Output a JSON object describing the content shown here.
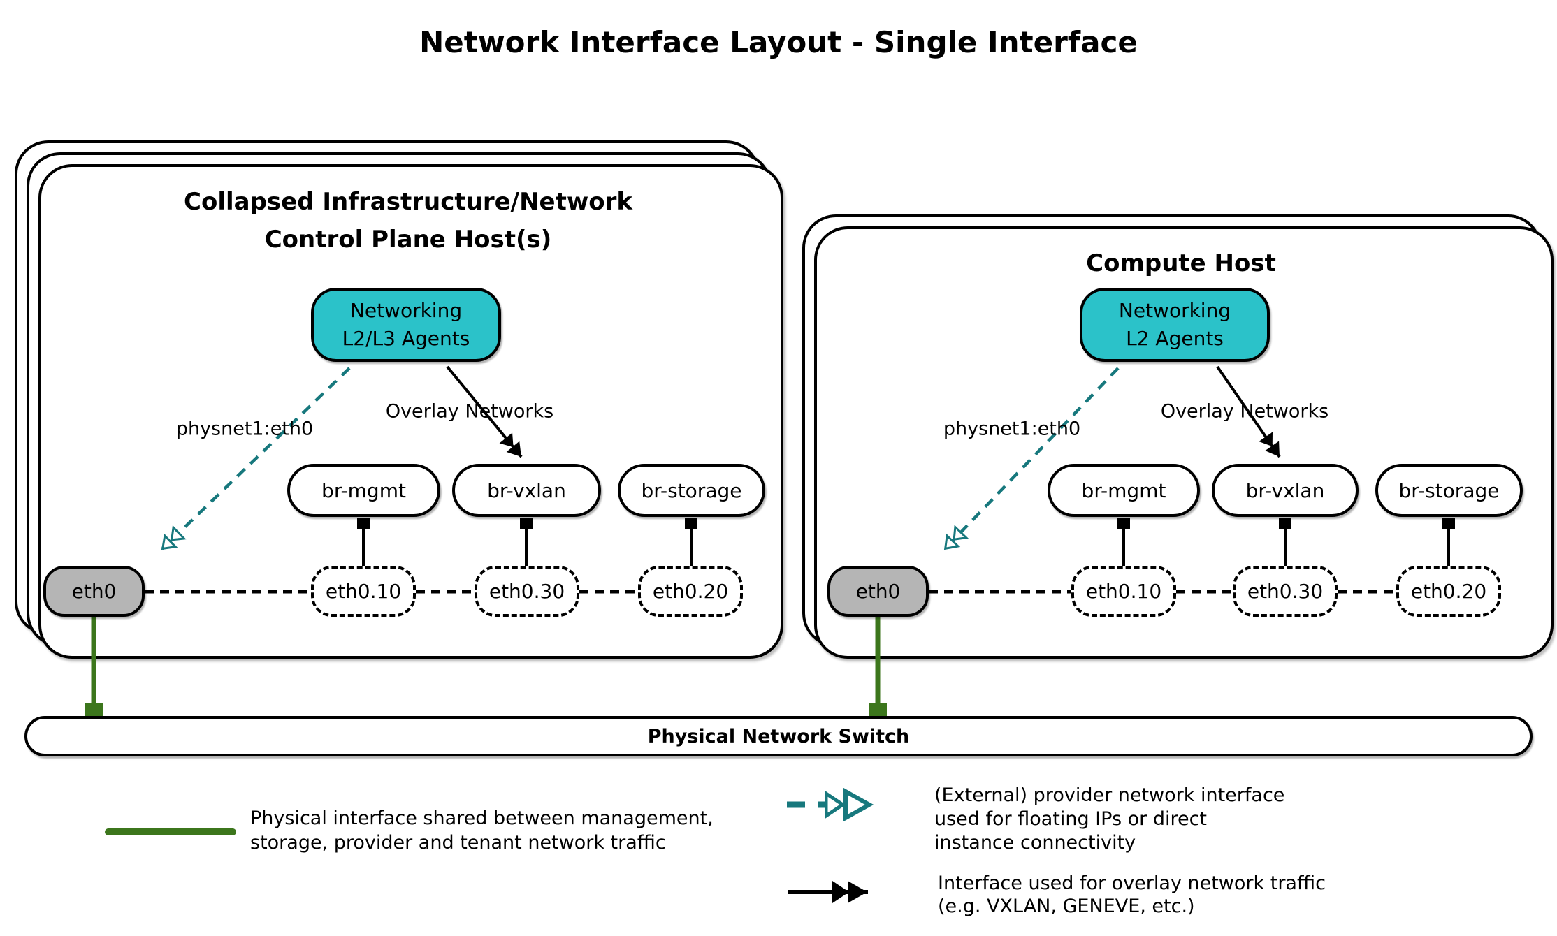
{
  "title": "Network Interface Layout - Single Interface",
  "hosts": [
    {
      "title_lines": [
        "Collapsed Infrastructure/Network",
        "Control Plane Host(s)"
      ],
      "agents": {
        "lines": [
          "Networking",
          "L2/L3 Agents"
        ]
      },
      "physnet_label": "physnet1:eth0",
      "overlay_label": "Overlay Networks",
      "interface": "eth0",
      "bridges": [
        "br-mgmt",
        "br-vxlan",
        "br-storage"
      ],
      "vlan_interfaces": [
        "eth0.10",
        "eth0.30",
        "eth0.20"
      ]
    },
    {
      "title_lines": [
        "Compute Host"
      ],
      "agents": {
        "lines": [
          "Networking",
          "L2 Agents"
        ]
      },
      "physnet_label": "physnet1:eth0",
      "overlay_label": "Overlay Networks",
      "interface": "eth0",
      "bridges": [
        "br-mgmt",
        "br-vxlan",
        "br-storage"
      ],
      "vlan_interfaces": [
        "eth0.10",
        "eth0.30",
        "eth0.20"
      ]
    }
  ],
  "switch": {
    "label": "Physical Network Switch"
  },
  "legend": [
    {
      "symbol": "green-solid-line",
      "lines": [
        "Physical interface shared between management,",
        "storage, provider and tenant network traffic"
      ]
    },
    {
      "symbol": "teal-dashed-arrow",
      "lines": [
        "(External) provider network interface",
        "used for floating IPs or direct",
        "instance connectivity"
      ]
    },
    {
      "symbol": "black-solid-arrow",
      "lines": [
        "Interface used for overlay network traffic",
        "(e.g. VXLAN, GENEVE, etc.)"
      ]
    }
  ],
  "colors": {
    "agent_fill": "#2bc2c9",
    "provider_arrow": "#17787d",
    "physical_link": "#3c761c",
    "interface_fill": "#b5b5b5"
  }
}
